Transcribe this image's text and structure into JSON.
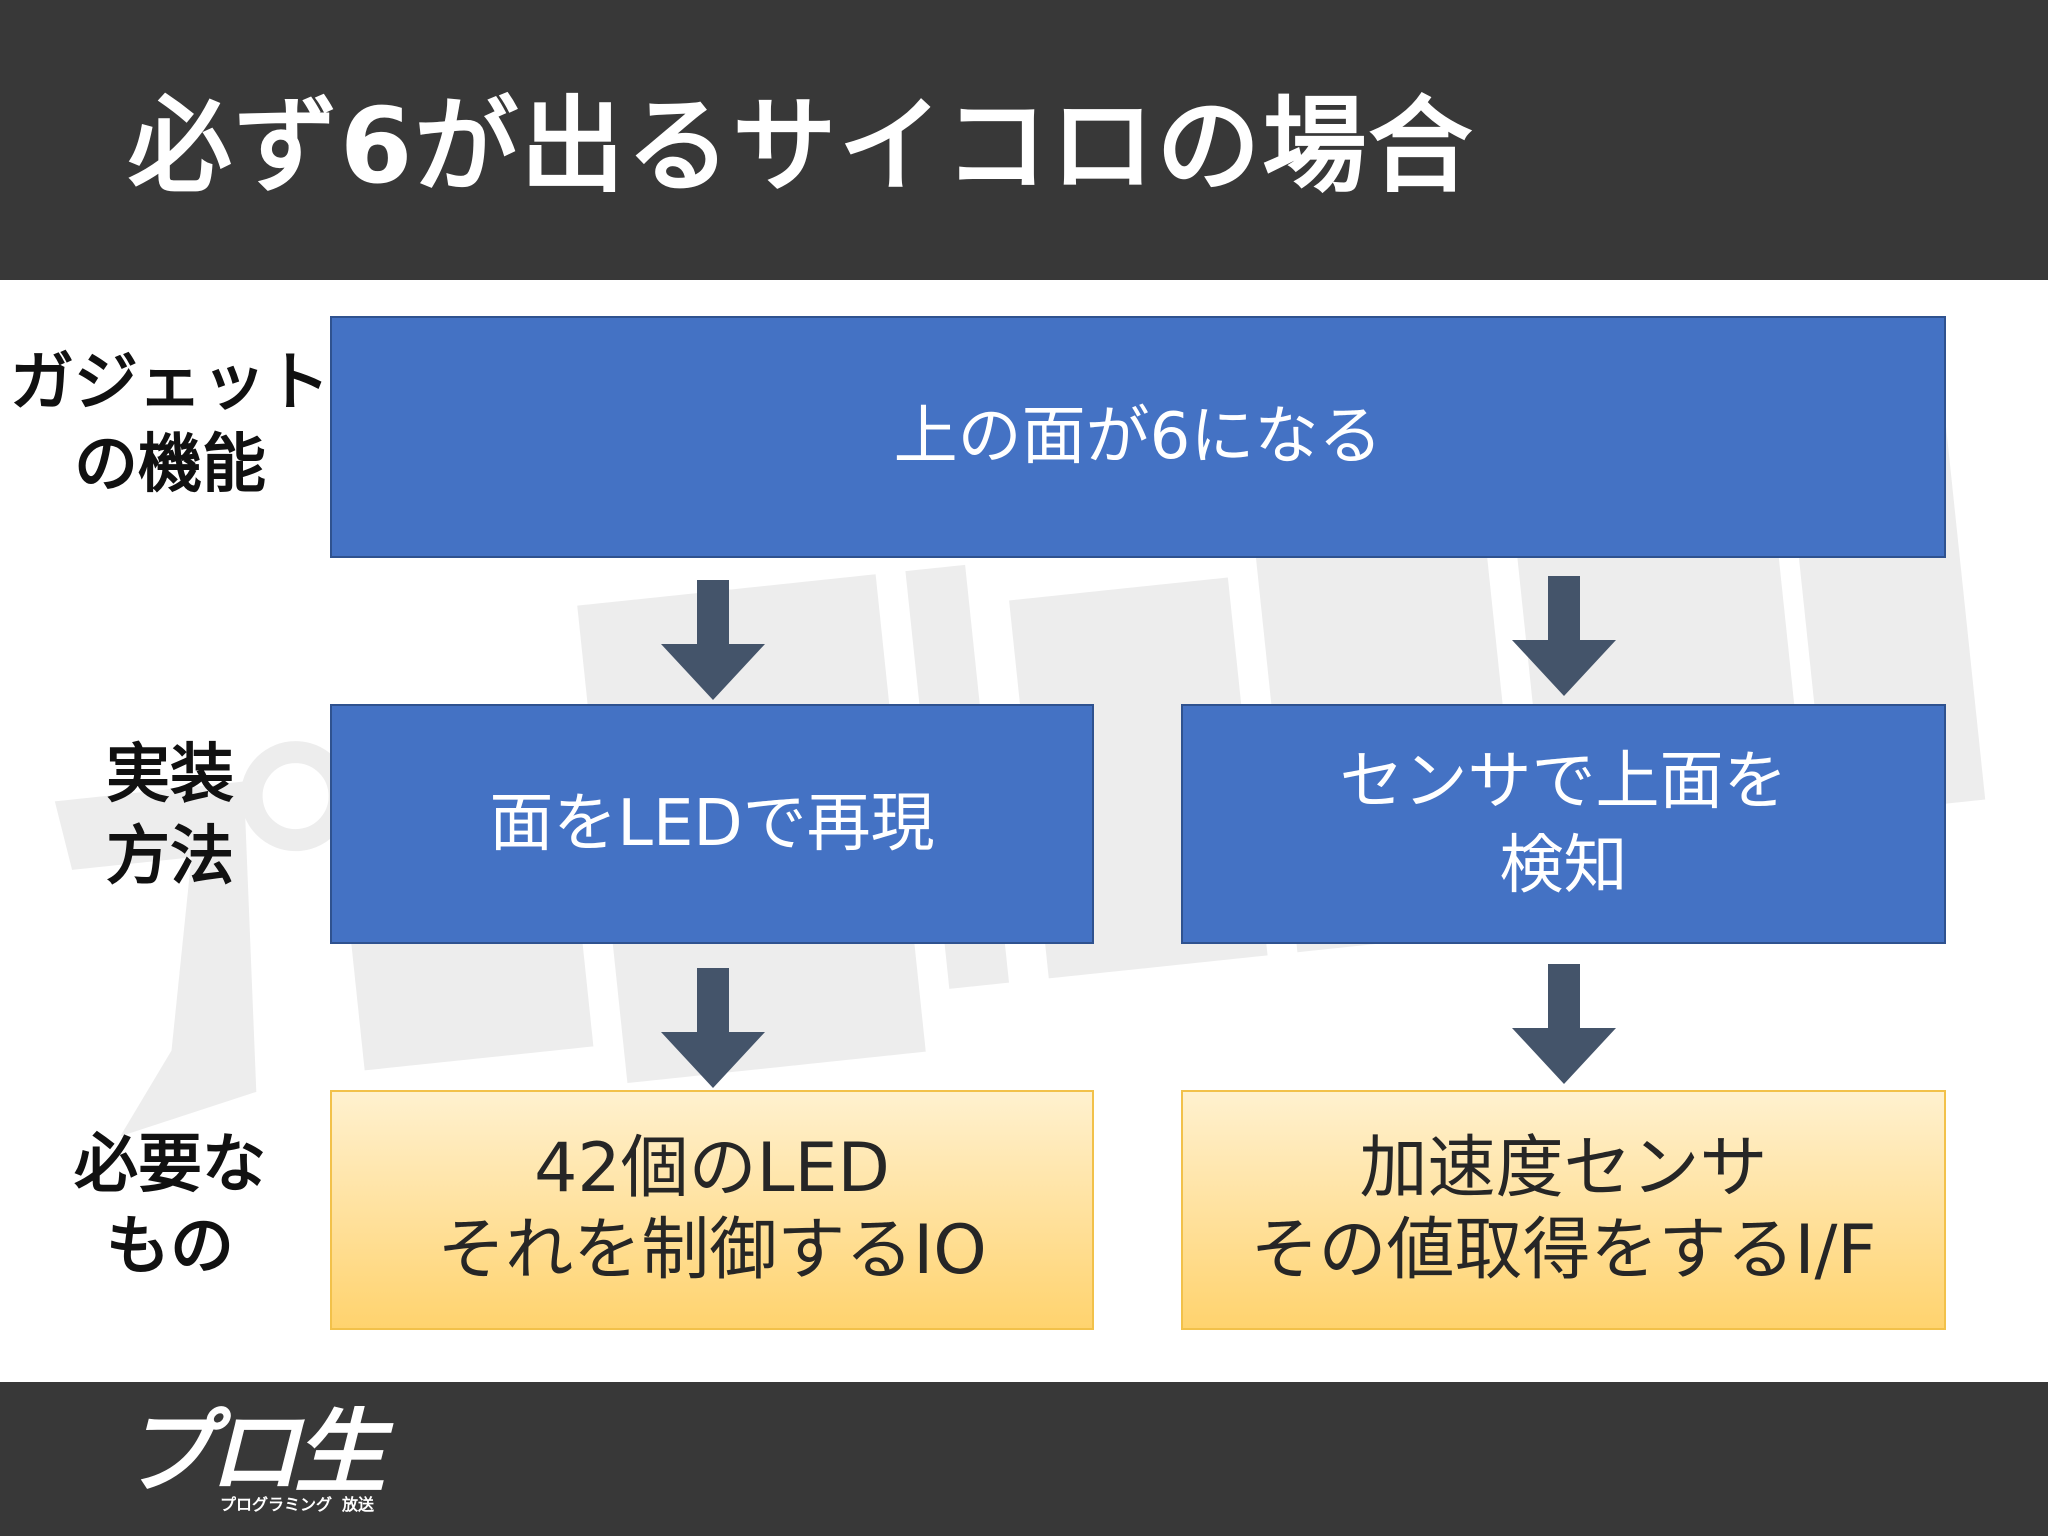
{
  "title": "必ず6が出るサイコロの場合",
  "row_labels": {
    "function": "ガジェット\nの機能",
    "method": "実装\n方法",
    "needed": "必要な\nもの"
  },
  "boxes": {
    "top": "上の面が6になる",
    "method_left": "面をLEDで再現",
    "method_right": "センサで上面を\n検知",
    "need_left": "42個のLED\nそれを制御するIO",
    "need_right": "加速度センサ\nその値取得をするI/F"
  },
  "colors": {
    "header": "#383838",
    "box_blue": "#4472c4",
    "box_yellow": "#ffe09a",
    "arrow": "#44546a"
  },
  "logo": {
    "main": "プロ生",
    "sub_left": "プログラミング",
    "sub_right": "放送"
  }
}
